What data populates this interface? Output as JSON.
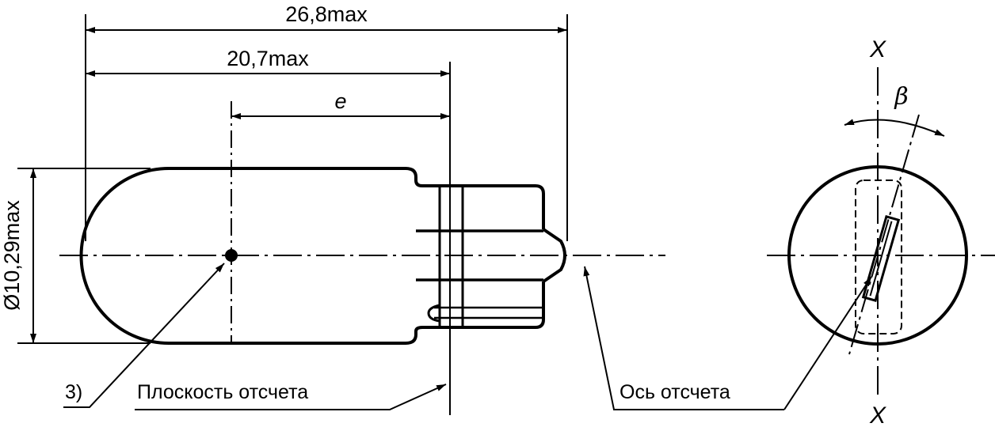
{
  "drawing": {
    "dimensions": {
      "overall_length": "26,8max",
      "body_length": "20,7max",
      "light_center_distance": "e",
      "diameter": "Ø10,29max"
    },
    "callouts": {
      "note_ref": "3)",
      "reference_plane": "Плоскость отсчета",
      "reference_axis": "Ось отсчета"
    },
    "end_view": {
      "axis_label_top": "X",
      "axis_label_bottom": "X",
      "angle_label": "β"
    }
  }
}
